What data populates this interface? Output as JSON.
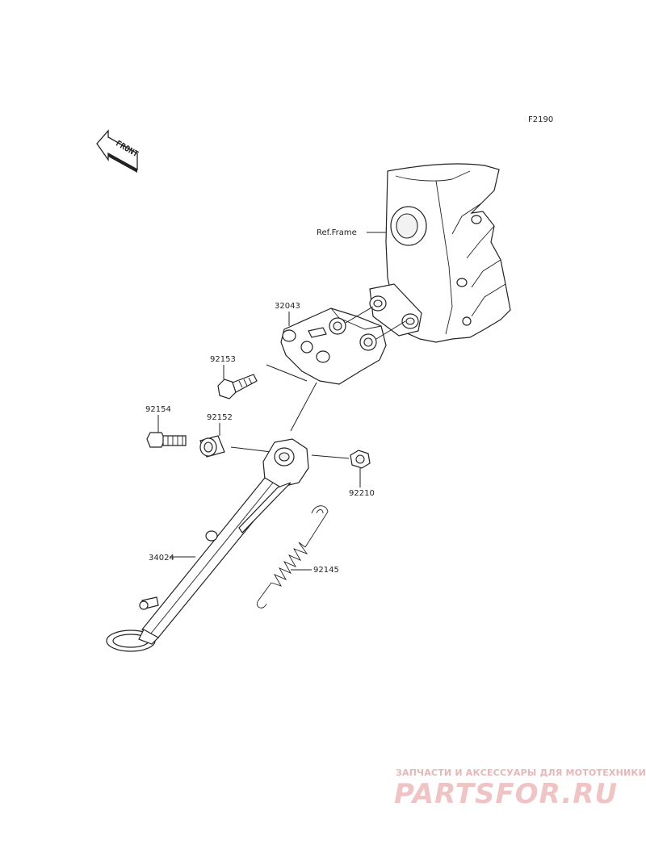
{
  "diagram_code": "F2190",
  "front_marker": "FRONT",
  "frame_reference": "Ref.Frame",
  "parts": {
    "bracket": "32043",
    "bolt_upper": "92153",
    "bolt_lower": "92154",
    "collar": "92152",
    "nut": "92210",
    "side_stand": "34024",
    "spring": "92145"
  },
  "watermark": {
    "tagline": "ЗАПЧАСТИ И АКСЕССУАРЫ ДЛЯ МОТОТЕХНИКИ",
    "logo": "PARTSFOR.RU"
  }
}
